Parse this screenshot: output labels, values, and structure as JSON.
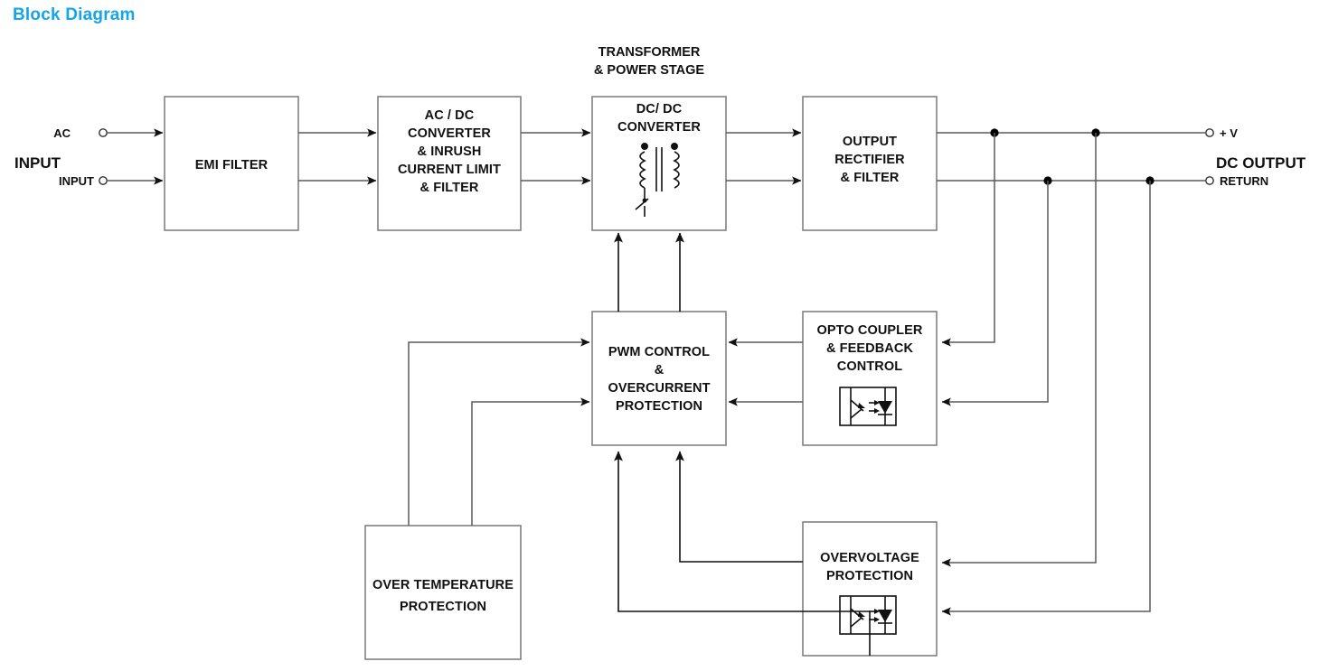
{
  "page": {
    "title": "Block Diagram",
    "title_color": "#16a5e8",
    "background": "#ffffff",
    "box_stroke": "#808080",
    "wire_color": "#5a5a5a",
    "text_color": "#111111"
  },
  "terminals": {
    "input_group_label": "INPUT",
    "ac_label": "AC",
    "input_label": "INPUT",
    "output_group_label": "DC OUTPUT",
    "plus_v_label": "+ V",
    "return_label": "RETURN"
  },
  "annotations": {
    "transformer_stage_line1": "TRANSFORMER",
    "transformer_stage_line2": "& POWER STAGE"
  },
  "blocks": {
    "emi_filter": {
      "lines": [
        "EMI FILTER"
      ]
    },
    "ac_dc_converter": {
      "lines": [
        "AC / DC",
        "CONVERTER",
        "& INRUSH",
        "CURRENT LIMIT",
        "& FILTER"
      ]
    },
    "dc_dc_converter": {
      "lines": [
        "DC/ DC",
        "CONVERTER"
      ]
    },
    "output_rectifier": {
      "lines": [
        "OUTPUT",
        "RECTIFIER",
        "& FILTER"
      ]
    },
    "pwm_control": {
      "lines": [
        "PWM CONTROL",
        "&",
        "OVERCURRENT",
        "PROTECTION"
      ]
    },
    "opto_coupler": {
      "lines": [
        "OPTO COUPLER",
        "& FEEDBACK",
        "CONTROL"
      ]
    },
    "overvoltage_protection": {
      "lines": [
        "OVERVOLTAGE",
        "PROTECTION"
      ]
    },
    "over_temperature_protection": {
      "lines": [
        "OVER TEMPERATURE",
        "PROTECTION"
      ]
    }
  },
  "symbols": {
    "transformer": "transformer-symbol",
    "opto_feedback": "optocoupler-symbol",
    "opto_ovp": "optocoupler-symbol"
  }
}
